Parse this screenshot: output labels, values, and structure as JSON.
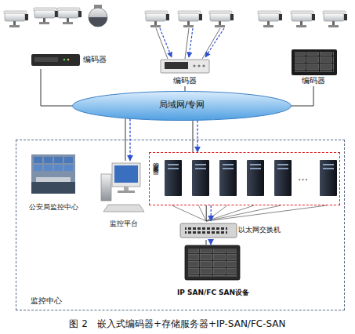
{
  "diagram": {
    "caption": "图 2　嵌入式编码器+存储服务器+IP-SAN/FC-SAN",
    "nodes": [
      {
        "text": [
          "编码器"
        ]
      },
      {
        "text": [
          "编码器"
        ]
      },
      {
        "text": [
          "编码器"
        ]
      },
      {
        "text": [
          "局域网/专网"
        ]
      },
      {
        "text": [
          "监控中心"
        ]
      },
      {
        "text": [
          "公安局监控中心"
        ],
        "in": 4
      },
      {
        "text": [
          "监控平台"
        ],
        "in": 4
      },
      {
        "text": [
          "管理服务器"
        ],
        "in": 4
      },
      {
        "text": [
          "以太网交换机"
        ],
        "in": 4
      },
      {
        "text": [
          "IP SAN/FC SAN设备"
        ],
        "in": 4
      }
    ],
    "edges": [
      {
        "from": 0,
        "to": 3,
        "arrow": "none"
      },
      {
        "from": 1,
        "to": 3,
        "arrow": "none"
      },
      {
        "from": 2,
        "to": 3,
        "arrow": "none"
      },
      {
        "from": 3,
        "to": 6,
        "arrow": "to"
      },
      {
        "from": 3,
        "to": 7,
        "arrow": "to"
      },
      {
        "from": 7,
        "to": 8,
        "arrow": "to"
      },
      {
        "from": 8,
        "to": 9,
        "arrow": "to"
      }
    ],
    "labels": [
      "…"
    ]
  }
}
